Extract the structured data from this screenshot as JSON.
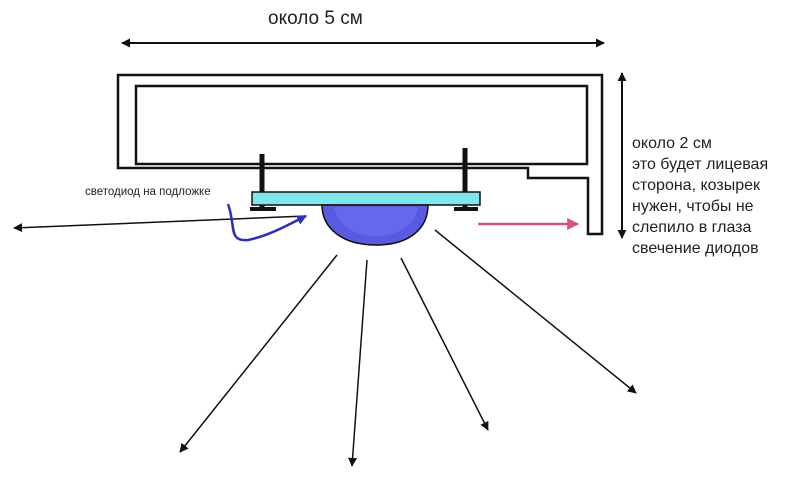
{
  "labels": {
    "width": "около 5 см",
    "led": "светодиод на подложке",
    "note_lines": [
      "около 2 см",
      "это будет лицевая",
      "сторона, козырек",
      "нужен, чтобы не",
      "слепило в глаза",
      "свечение диодов"
    ]
  },
  "colors": {
    "line": "#111111",
    "substrate": "#7fe6ec",
    "lens": "#5a5ae0",
    "pointer_arrow": "#2a2fb8",
    "side_arrow": "#d8537a"
  }
}
